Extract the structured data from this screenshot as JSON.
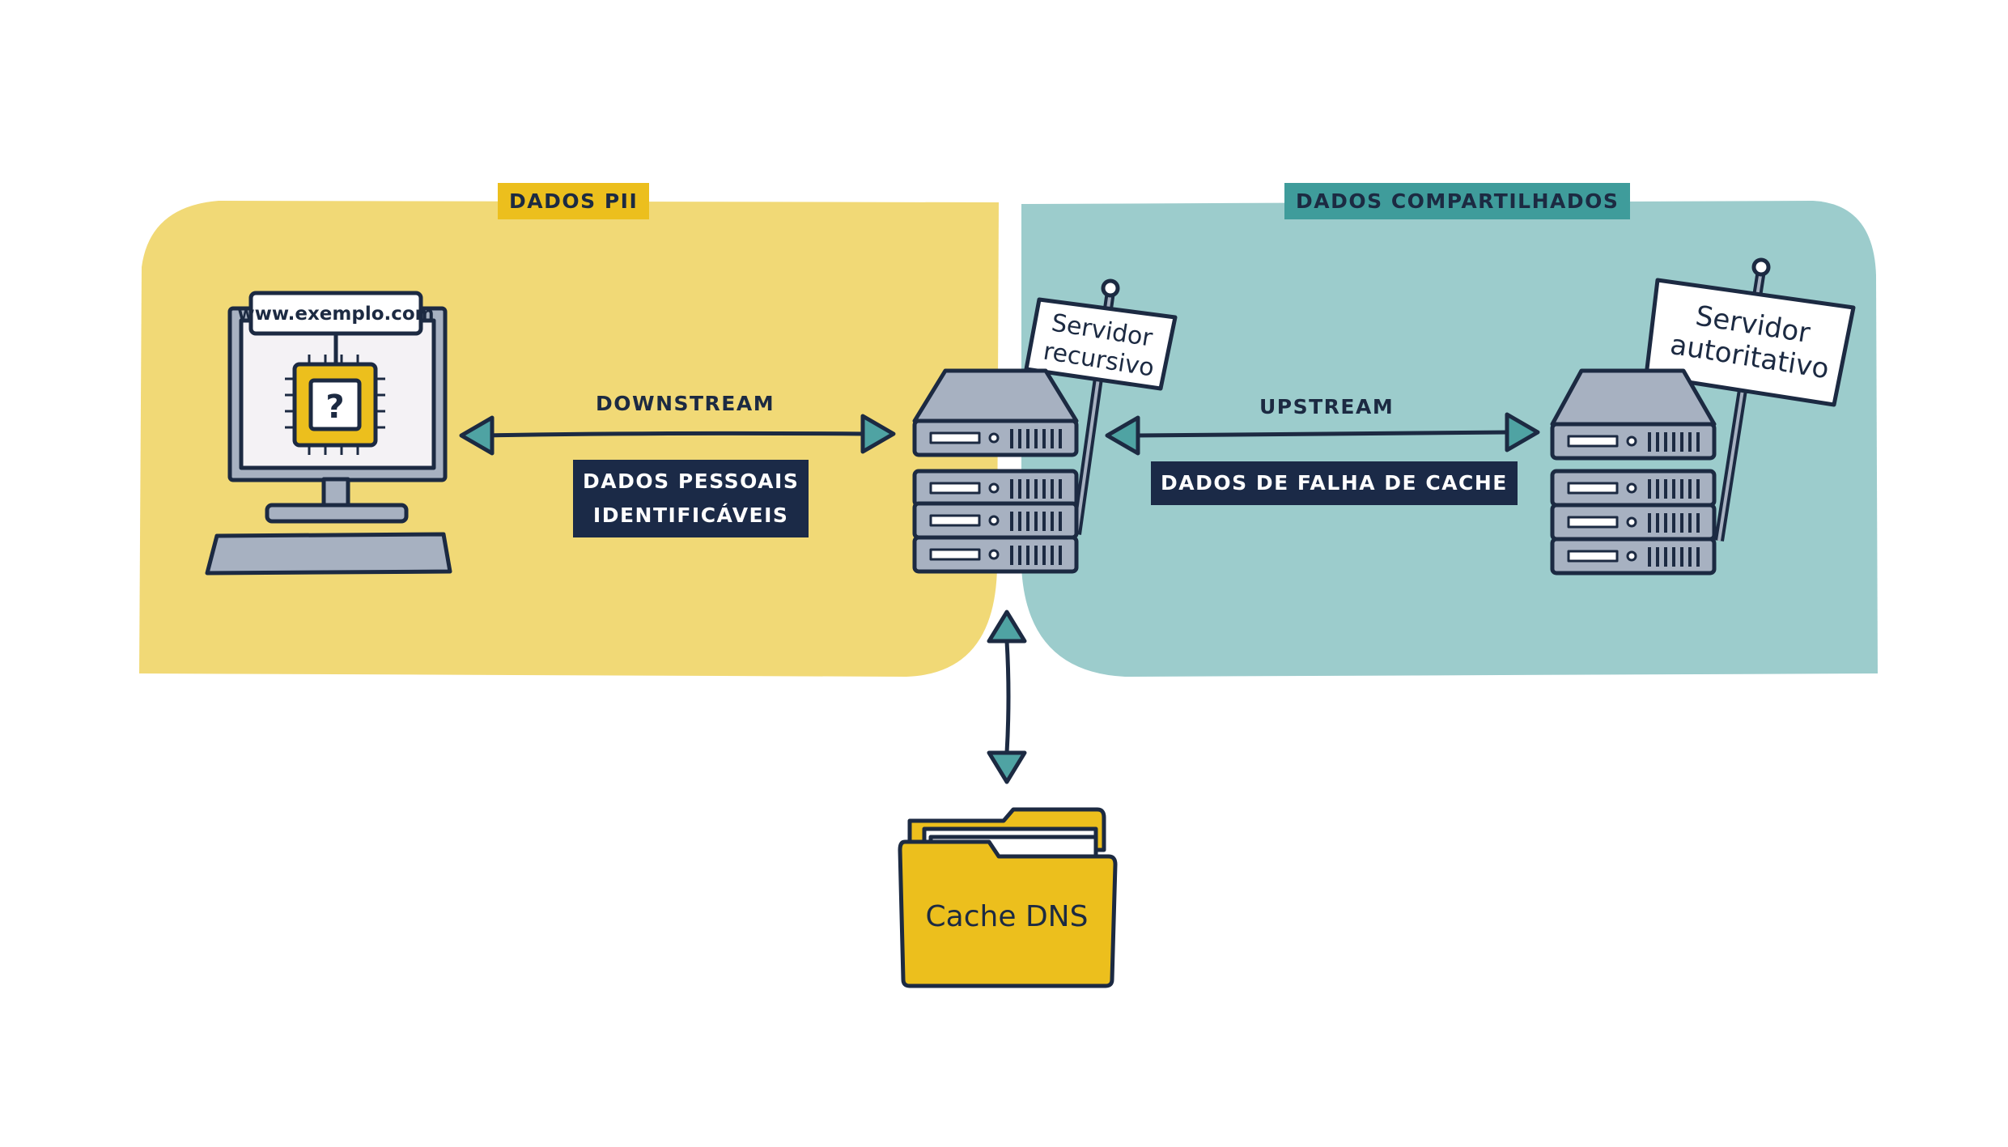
{
  "zones": {
    "left_label": "DADOS PII",
    "right_label": "DADOS COMPARTILHADOS"
  },
  "computer": {
    "url": "www.exemplo.com",
    "chip_symbol": "?"
  },
  "flows": {
    "downstream_label": "DOWNSTREAM",
    "downstream_data_line1": "DADOS PESSOAIS",
    "downstream_data_line2": "IDENTIFICÁVEIS",
    "upstream_label": "UPSTREAM",
    "upstream_data": "DADOS DE FALHA DE CACHE"
  },
  "servers": {
    "recursive_line1": "Servidor",
    "recursive_line2": "recursivo",
    "authoritative_line1": "Servidor",
    "authoritative_line2": "autoritativo"
  },
  "cache": {
    "label": "Cache DNS"
  },
  "colors": {
    "pii_zone": "#f1d976",
    "shared_zone": "#9ccccc",
    "pii_tag": "#ecbf1d",
    "shared_tag": "#3f9c9b",
    "dark_label": "#1b2a47",
    "outline": "#1c2a42",
    "server_gray": "#a7b1c1",
    "arrow_head": "#4fa3a3",
    "folder": "#ecbf1d"
  }
}
